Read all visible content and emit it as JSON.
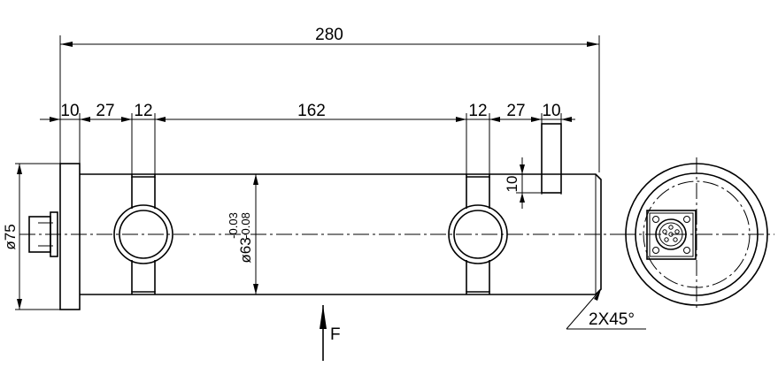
{
  "drawing": {
    "dimensions": {
      "overall_length": "280",
      "flange_width": "10",
      "left_gap": "27",
      "left_groove": "12",
      "middle_span": "162",
      "right_groove": "12",
      "right_gap": "27",
      "right_tab": "10",
      "tab_height": "10",
      "flange_diameter": "ø75",
      "body_diameter": "ø63",
      "tolerance_upper": "-0.03",
      "tolerance_lower": "-0.08",
      "chamfer": "2X45°"
    },
    "force_label": "F"
  }
}
